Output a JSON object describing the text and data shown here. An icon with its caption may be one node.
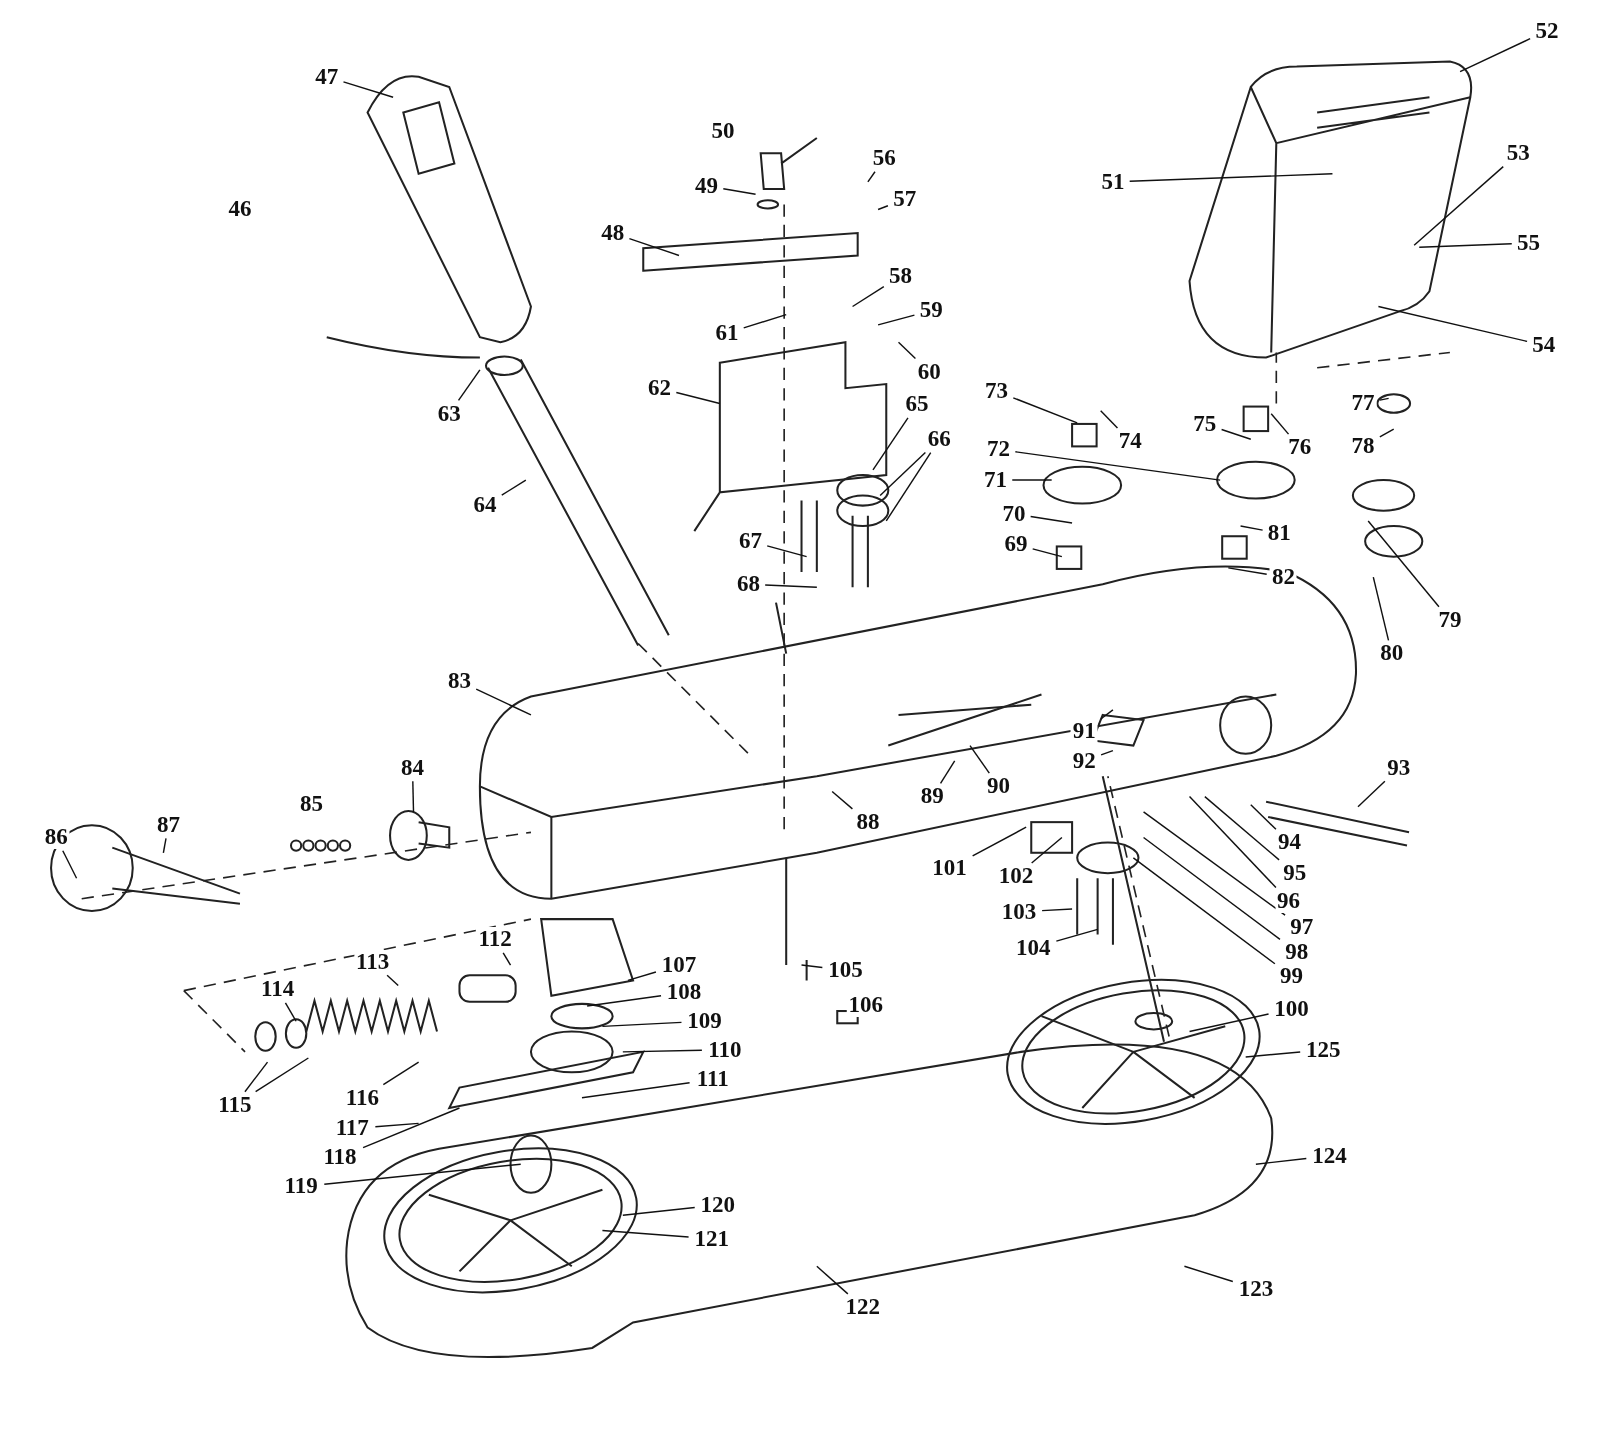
{
  "diagram": {
    "nodes": [
      {
        "text": [
          "46"
        ]
      },
      {
        "text": [
          "47"
        ]
      },
      {
        "text": [
          "48"
        ]
      },
      {
        "text": [
          "49"
        ]
      },
      {
        "text": [
          "50"
        ]
      },
      {
        "text": [
          "51"
        ]
      },
      {
        "text": [
          "52"
        ]
      },
      {
        "text": [
          "53"
        ]
      },
      {
        "text": [
          "54"
        ]
      },
      {
        "text": [
          "55"
        ]
      },
      {
        "text": [
          "56"
        ]
      },
      {
        "text": [
          "57"
        ]
      },
      {
        "text": [
          "58"
        ]
      },
      {
        "text": [
          "59"
        ]
      },
      {
        "text": [
          "60"
        ]
      },
      {
        "text": [
          "61"
        ]
      },
      {
        "text": [
          "62"
        ]
      },
      {
        "text": [
          "63"
        ]
      },
      {
        "text": [
          "64"
        ]
      },
      {
        "text": [
          "65"
        ]
      },
      {
        "text": [
          "66"
        ]
      },
      {
        "text": [
          "67"
        ]
      },
      {
        "text": [
          "68"
        ]
      },
      {
        "text": [
          "69"
        ]
      },
      {
        "text": [
          "70"
        ]
      },
      {
        "text": [
          "71"
        ]
      },
      {
        "text": [
          "72"
        ]
      },
      {
        "text": [
          "73"
        ]
      },
      {
        "text": [
          "74"
        ]
      },
      {
        "text": [
          "75"
        ]
      },
      {
        "text": [
          "76"
        ]
      },
      {
        "text": [
          "77"
        ]
      },
      {
        "text": [
          "78"
        ]
      },
      {
        "text": [
          "79"
        ]
      },
      {
        "text": [
          "80"
        ]
      },
      {
        "text": [
          "81"
        ]
      },
      {
        "text": [
          "82"
        ]
      },
      {
        "text": [
          "83"
        ]
      },
      {
        "text": [
          "84"
        ]
      },
      {
        "text": [
          "85"
        ]
      },
      {
        "text": [
          "86"
        ]
      },
      {
        "text": [
          "87"
        ]
      },
      {
        "text": [
          "88"
        ]
      },
      {
        "text": [
          "89"
        ]
      },
      {
        "text": [
          "90"
        ]
      },
      {
        "text": [
          "91"
        ]
      },
      {
        "text": [
          "92"
        ]
      },
      {
        "text": [
          "93"
        ]
      },
      {
        "text": [
          "94"
        ]
      },
      {
        "text": [
          "95"
        ]
      },
      {
        "text": [
          "96"
        ]
      },
      {
        "text": [
          "97"
        ]
      },
      {
        "text": [
          "98"
        ]
      },
      {
        "text": [
          "99"
        ]
      },
      {
        "text": [
          "100"
        ]
      },
      {
        "text": [
          "101"
        ]
      },
      {
        "text": [
          "102"
        ]
      },
      {
        "text": [
          "103"
        ]
      },
      {
        "text": [
          "104"
        ]
      },
      {
        "text": [
          "105"
        ]
      },
      {
        "text": [
          "106"
        ]
      },
      {
        "text": [
          "107"
        ]
      },
      {
        "text": [
          "108"
        ]
      },
      {
        "text": [
          "109"
        ]
      },
      {
        "text": [
          "110"
        ]
      },
      {
        "text": [
          "111"
        ]
      },
      {
        "text": [
          "112"
        ]
      },
      {
        "text": [
          "113"
        ]
      },
      {
        "text": [
          "114"
        ]
      },
      {
        "text": [
          "115"
        ]
      },
      {
        "text": [
          "116"
        ]
      },
      {
        "text": [
          "117"
        ]
      },
      {
        "text": [
          "118"
        ]
      },
      {
        "text": [
          "119"
        ]
      },
      {
        "text": [
          "120"
        ]
      },
      {
        "text": [
          "121"
        ]
      },
      {
        "text": [
          "122"
        ]
      },
      {
        "text": [
          "123"
        ]
      },
      {
        "text": [
          "124"
        ]
      },
      {
        "text": [
          "125"
        ]
      }
    ],
    "edges": [
      {
        "from": 1,
        "to": null,
        "arrow": "none"
      },
      {
        "from": 2,
        "to": null,
        "arrow": "none"
      },
      {
        "from": 3,
        "to": null,
        "arrow": "none"
      },
      {
        "from": 5,
        "to": null,
        "arrow": "none"
      },
      {
        "from": 6,
        "to": null,
        "arrow": "none"
      },
      {
        "from": 7,
        "to": null,
        "arrow": "none"
      },
      {
        "from": 8,
        "to": null,
        "arrow": "none"
      },
      {
        "from": 9,
        "to": null,
        "arrow": "none"
      },
      {
        "from": 10,
        "to": null,
        "arrow": "none"
      },
      {
        "from": 11,
        "to": null,
        "arrow": "none"
      },
      {
        "from": 12,
        "to": null,
        "arrow": "none"
      },
      {
        "from": 13,
        "to": null,
        "arrow": "none"
      },
      {
        "from": 14,
        "to": null,
        "arrow": "none"
      },
      {
        "from": 15,
        "to": null,
        "arrow": "none"
      },
      {
        "from": 16,
        "to": null,
        "arrow": "none"
      },
      {
        "from": 17,
        "to": null,
        "arrow": "none"
      },
      {
        "from": 18,
        "to": null,
        "arrow": "none"
      },
      {
        "from": 19,
        "to": null,
        "arrow": "none"
      },
      {
        "from": 20,
        "to": null,
        "arrow": "none"
      },
      {
        "from": 20,
        "to": null,
        "arrow": "none"
      },
      {
        "from": 21,
        "to": null,
        "arrow": "none"
      },
      {
        "from": 22,
        "to": null,
        "arrow": "none"
      },
      {
        "from": 23,
        "to": null,
        "arrow": "none"
      },
      {
        "from": 24,
        "to": null,
        "arrow": "none"
      },
      {
        "from": 25,
        "to": null,
        "arrow": "none"
      },
      {
        "from": 26,
        "to": null,
        "arrow": "none"
      },
      {
        "from": 27,
        "to": null,
        "arrow": "none"
      },
      {
        "from": 28,
        "to": null,
        "arrow": "none"
      },
      {
        "from": 29,
        "to": null,
        "arrow": "none"
      },
      {
        "from": 30,
        "to": null,
        "arrow": "none"
      },
      {
        "from": 31,
        "to": null,
        "arrow": "none"
      },
      {
        "from": 32,
        "to": null,
        "arrow": "none"
      },
      {
        "from": 33,
        "to": null,
        "arrow": "none"
      },
      {
        "from": 34,
        "to": null,
        "arrow": "none"
      },
      {
        "from": 35,
        "to": null,
        "arrow": "none"
      },
      {
        "from": 36,
        "to": null,
        "arrow": "none"
      },
      {
        "from": 37,
        "to": null,
        "arrow": "none"
      },
      {
        "from": 38,
        "to": null,
        "arrow": "none"
      },
      {
        "from": 40,
        "to": null,
        "arrow": "none"
      },
      {
        "from": 41,
        "to": null,
        "arrow": "none"
      },
      {
        "from": 42,
        "to": null,
        "arrow": "none"
      },
      {
        "from": 43,
        "to": null,
        "arrow": "none"
      },
      {
        "from": 44,
        "to": null,
        "arrow": "none"
      },
      {
        "from": 45,
        "to": null,
        "arrow": "none"
      },
      {
        "from": 46,
        "to": null,
        "arrow": "none"
      },
      {
        "from": 47,
        "to": null,
        "arrow": "none"
      },
      {
        "from": 48,
        "to": null,
        "arrow": "none"
      },
      {
        "from": 49,
        "to": null,
        "arrow": "none"
      },
      {
        "from": 50,
        "to": null,
        "arrow": "none"
      },
      {
        "from": 51,
        "to": null,
        "arrow": "none"
      },
      {
        "from": 52,
        "to": null,
        "arrow": "none"
      },
      {
        "from": 53,
        "to": null,
        "arrow": "none"
      },
      {
        "from": 54,
        "to": null,
        "arrow": "none"
      },
      {
        "from": 55,
        "to": null,
        "arrow": "none"
      },
      {
        "from": 56,
        "to": null,
        "arrow": "none"
      },
      {
        "from": 57,
        "to": null,
        "arrow": "none"
      },
      {
        "from": 58,
        "to": null,
        "arrow": "none"
      },
      {
        "from": 59,
        "to": null,
        "arrow": "none"
      },
      {
        "from": 61,
        "to": null,
        "arrow": "none"
      },
      {
        "from": 62,
        "to": null,
        "arrow": "none"
      },
      {
        "from": 63,
        "to": null,
        "arrow": "none"
      },
      {
        "from": 64,
        "to": null,
        "arrow": "none"
      },
      {
        "from": 65,
        "to": null,
        "arrow": "none"
      },
      {
        "from": 66,
        "to": null,
        "arrow": "none"
      },
      {
        "from": 67,
        "to": null,
        "arrow": "none"
      },
      {
        "from": 68,
        "to": null,
        "arrow": "none"
      },
      {
        "from": 69,
        "to": null,
        "arrow": "none"
      },
      {
        "from": 69,
        "to": null,
        "arrow": "none"
      },
      {
        "from": 70,
        "to": null,
        "arrow": "none"
      },
      {
        "from": 71,
        "to": null,
        "arrow": "none"
      },
      {
        "from": 72,
        "to": null,
        "arrow": "none"
      },
      {
        "from": 73,
        "to": null,
        "arrow": "none"
      },
      {
        "from": 74,
        "to": null,
        "arrow": "none"
      },
      {
        "from": 75,
        "to": null,
        "arrow": "none"
      },
      {
        "from": 76,
        "to": null,
        "arrow": "none"
      },
      {
        "from": 77,
        "to": null,
        "arrow": "none"
      },
      {
        "from": 78,
        "to": null,
        "arrow": "none"
      },
      {
        "from": 79,
        "to": null,
        "arrow": "none"
      }
    ]
  }
}
